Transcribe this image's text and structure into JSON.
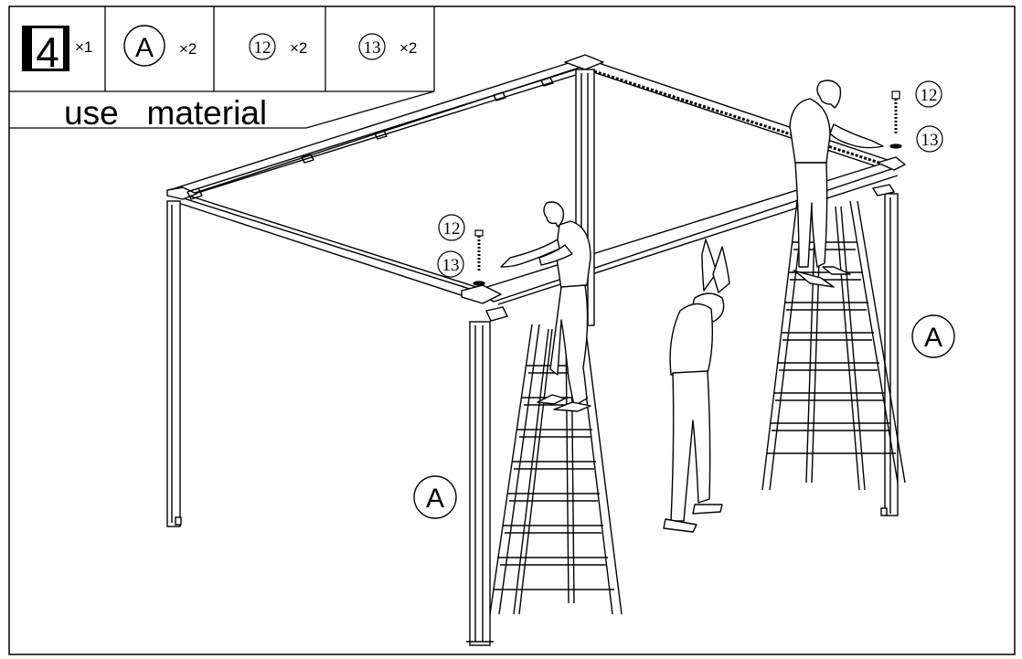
{
  "header": {
    "step_number": "4",
    "step_multiplier": "×1",
    "use_material_label": "use   material",
    "parts": [
      {
        "symbol": "A",
        "multiplier": "×2"
      },
      {
        "symbol": "12",
        "multiplier": "×2"
      },
      {
        "symbol": "13",
        "multiplier": "×2"
      }
    ]
  },
  "callouts": {
    "left_bolt": "12",
    "left_washer": "13",
    "right_bolt": "12",
    "right_washer": "13",
    "post_front": "A",
    "post_right": "A"
  },
  "colors": {
    "line": "#000000",
    "background": "#ffffff"
  }
}
